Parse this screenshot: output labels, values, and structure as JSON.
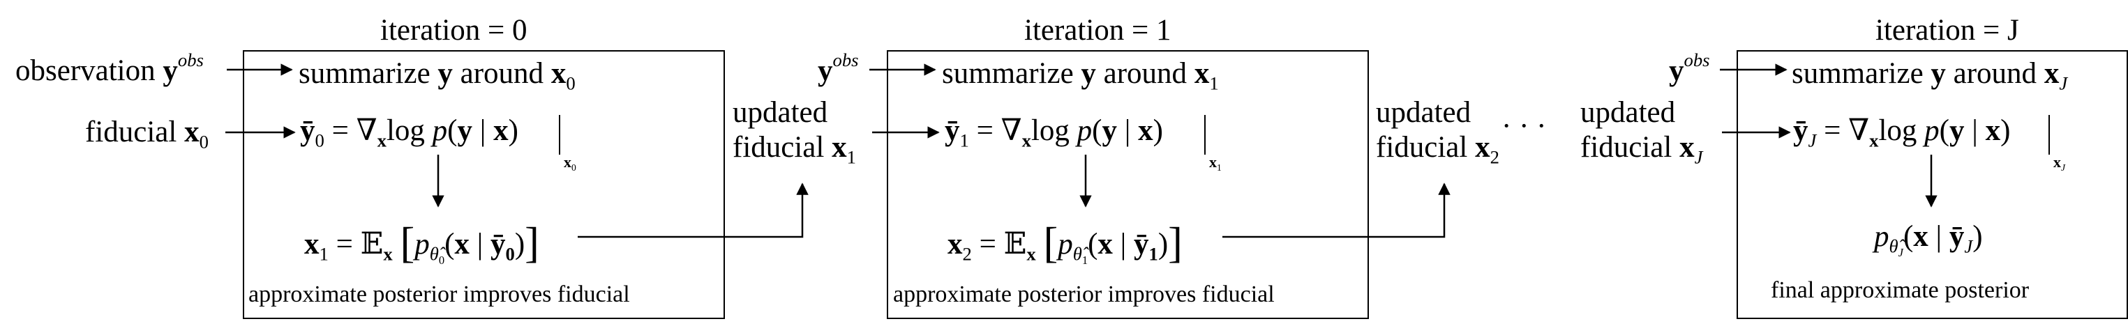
{
  "iterations": [
    {
      "header": "iteration = 0",
      "summary_text": "summarize y around x",
      "summary_sub": "0",
      "grad_lhs_sub": "0",
      "grad_text": "= ∇log p(y | x)",
      "grad_eval_sub": "0",
      "update_text": "x",
      "update_sub": "1",
      "update_expr": "= 𝔼 [p(x | ȳ)]",
      "update_theta_sub": "0",
      "update_y_sub": "0",
      "footer": "approximate posterior improves fiducial"
    },
    {
      "header": "iteration = 1",
      "summary_text": "summarize y around x",
      "summary_sub": "1",
      "grad_lhs_sub": "1",
      "grad_text": "= ∇log p(y | x)",
      "grad_eval_sub": "1",
      "update_text": "x",
      "update_sub": "2",
      "update_expr": "= 𝔼 [p(x | ȳ)]",
      "update_theta_sub": "1",
      "update_y_sub": "1",
      "footer": "approximate posterior improves fiducial"
    },
    {
      "header": "iteration = J",
      "summary_text": "summarize y around x",
      "summary_sub": "J",
      "grad_lhs_sub": "J",
      "grad_text": "= ∇log p(y | x)",
      "grad_eval_sub": "J",
      "posterior_text": "p(x | ȳ)",
      "posterior_theta_sub": "J",
      "posterior_y_sub": "J",
      "footer": "final approximate posterior"
    }
  ],
  "inputs": {
    "observation_label": "observation",
    "obs_symbol": "y",
    "obs_superscript": "obs",
    "fiducial_label": "fiducial",
    "fiducial_symbol": "x",
    "fiducial_sub": "0",
    "updated_label": "updated",
    "updated_fiducial_label": "fiducial",
    "updated_subs": [
      "1",
      "2",
      "J"
    ],
    "ellipsis": "· · ·"
  }
}
